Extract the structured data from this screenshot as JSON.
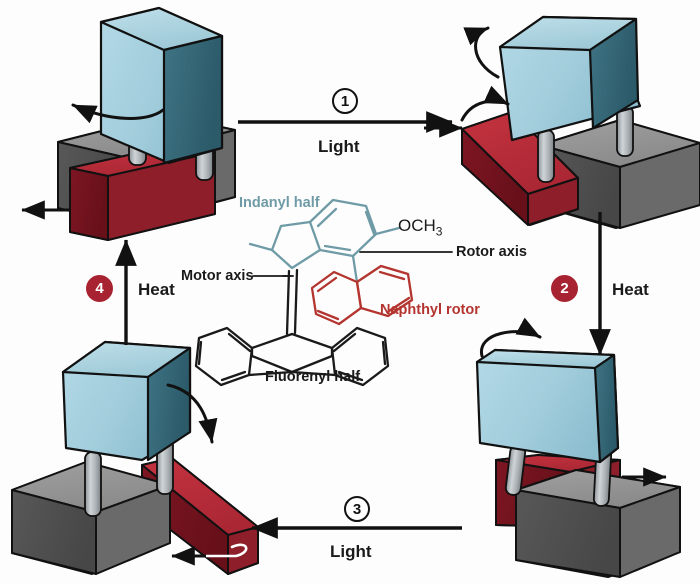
{
  "figure": {
    "title_alt": "Light- and heat-driven rotary cycle of a molecular motor",
    "background_color": "#fdfdfd"
  },
  "colors": {
    "rotor_block_red": "#a82331",
    "rotor_block_red_dark": "#7e1623",
    "rotor_block_red_light": "#c0303f",
    "stator_block_gray": "#7c7c7c",
    "stator_block_gray_dark": "#4f4f4f",
    "stator_block_gray_light": "#9a9a9a",
    "motor_block_blue": "#a4cfdd",
    "motor_block_blue_dark": "#2f6170",
    "motor_block_blue_mid": "#7fb4c4",
    "axle_gray": "#b9bfc2",
    "axle_gray_dark": "#7d858a",
    "outline": "#111111",
    "indanyl_teal": "#6f9ba6",
    "naphthyl_red": "#b4342f",
    "fluorenyl_black": "#1a1a1a"
  },
  "steps": [
    {
      "id": "step-1",
      "number": "1",
      "label": "Light",
      "badge_style": "open",
      "direction": "right"
    },
    {
      "id": "step-2",
      "number": "2",
      "label": "Heat",
      "badge_style": "filled",
      "direction": "down"
    },
    {
      "id": "step-3",
      "number": "3",
      "label": "Light",
      "badge_style": "open",
      "direction": "left"
    },
    {
      "id": "step-4",
      "number": "4",
      "label": "Heat",
      "badge_style": "filled",
      "direction": "up"
    }
  ],
  "molecule": {
    "labels": {
      "indanyl": "Indanyl half",
      "fluorenyl": "Fluorenyl half",
      "naphthyl": "Naphthyl rotor",
      "motor_axis": "Motor axis",
      "rotor_axis": "Rotor axis",
      "methoxy_main": "OCH",
      "methoxy_sub": "3"
    }
  },
  "panels": [
    {
      "id": "panel-top-left",
      "position": "top-left",
      "description": "Motor blade upright on gray stator with red rotor block angled left; curved rotation arrow counter-clockwise and straight translation arrow pointing left"
    },
    {
      "id": "panel-top-right",
      "position": "top-right",
      "description": "Motor blade tilted right after light-driven isomerization; red rotor block swung to the left with two curved arrows and a straight arrow pointing right"
    },
    {
      "id": "panel-bottom-right",
      "position": "bottom-right",
      "description": "Motor blade tilted left after thermal helix inversion; red rotor block beneath gray stator with curved arrow and straight arrow pointing right"
    },
    {
      "id": "panel-bottom-left",
      "position": "bottom-left",
      "description": "Motor blade upright on gray stator with red rotor block angled right; curved arrow and a straight arrow pointing left"
    }
  ]
}
